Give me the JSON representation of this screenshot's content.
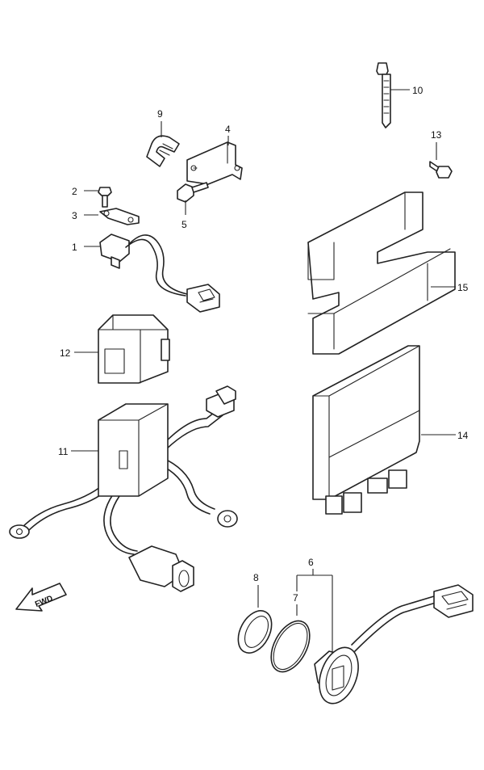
{
  "labels": {
    "l1": "1",
    "l2": "2",
    "l3": "3",
    "l4": "4",
    "l5": "5",
    "l6": "6",
    "l7": "7",
    "l8": "8",
    "l9": "9",
    "l10": "10",
    "l11": "11",
    "l12": "12",
    "l13": "13",
    "l14": "14",
    "l15": "15"
  },
  "fwd": "FWD"
}
